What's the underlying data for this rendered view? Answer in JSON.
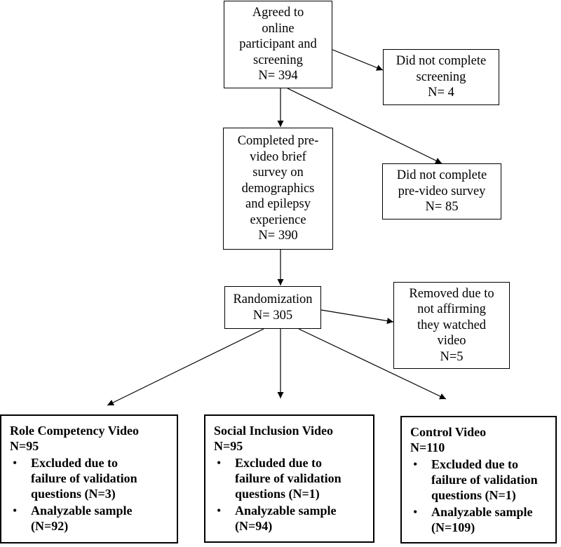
{
  "boxes": {
    "agreed": [
      "Agreed to",
      "online",
      "participant and",
      "screening",
      "N= 394"
    ],
    "no_screening": [
      "Did not complete",
      "screening",
      "N= 4"
    ],
    "completed_pre": [
      "Completed pre-",
      "video brief",
      "survey on",
      "demographics",
      "and epilepsy",
      "experience",
      "N= 390"
    ],
    "no_pre_survey": [
      "Did not complete",
      "pre-video survey",
      "N= 85"
    ],
    "randomization": [
      "Randomization",
      "N= 305"
    ],
    "removed": [
      "Removed due to",
      "not affirming",
      "they watched",
      "video",
      "N=5"
    ]
  },
  "arms": [
    {
      "title": "Role Competency Video",
      "n": "N=95",
      "bullets": [
        {
          "lines": [
            "Excluded due to",
            "failure of validation",
            "questions (N=3)"
          ]
        },
        {
          "lines": [
            "Analyzable sample",
            "(N=92)"
          ]
        }
      ]
    },
    {
      "title": "Social Inclusion Video",
      "n": "N=95",
      "bullets": [
        {
          "lines": [
            "Excluded due to",
            "failure of validation",
            "questions (N=1)"
          ]
        },
        {
          "lines": [
            "Analyzable sample",
            "(N=94)"
          ]
        }
      ]
    },
    {
      "title": "Control Video",
      "n": "N=110",
      "bullets": [
        {
          "lines": [
            "Excluded due to",
            "failure of validation",
            "questions (N=1)"
          ]
        },
        {
          "lines": [
            "Analyzable sample",
            "(N=109)"
          ]
        }
      ]
    }
  ],
  "bullet_glyph": "•",
  "colors": {
    "line": "#000000",
    "background": "#ffffff"
  }
}
